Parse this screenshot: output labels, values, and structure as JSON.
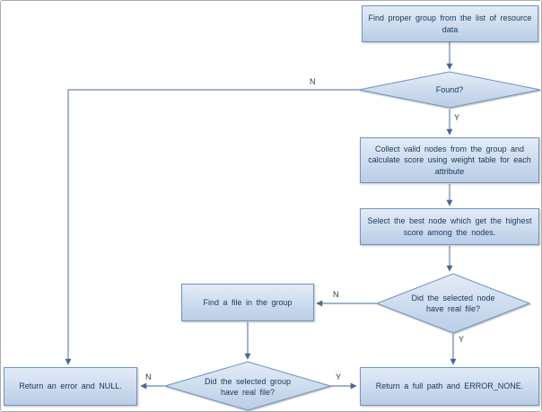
{
  "flowchart": {
    "nodes": {
      "find_group": {
        "label": "Find proper group from the list of resource data"
      },
      "found": {
        "label": "Found?"
      },
      "collect": {
        "label": "Collect valid nodes from the group and calculate score using weight table for each attribute"
      },
      "select_best": {
        "label": "Select the best node which get the highest score among the nodes."
      },
      "node_has_file": {
        "label": "Did the selected node have real file?"
      },
      "find_file": {
        "label": "Find a file in the group"
      },
      "group_has_file": {
        "label": "Did the selected group have real file?"
      },
      "return_error": {
        "label": "Return an error and NULL."
      },
      "return_path": {
        "label": "Return a full path and ERROR_NONE."
      }
    },
    "edge_labels": {
      "yes": "Y",
      "no": "N"
    },
    "colors": {
      "shape_fill_top": "#e3ecf7",
      "shape_fill_bottom": "#b9cde5",
      "shape_border": "#6d94c0",
      "connector": "#4a6896",
      "text": "#17375e"
    }
  }
}
